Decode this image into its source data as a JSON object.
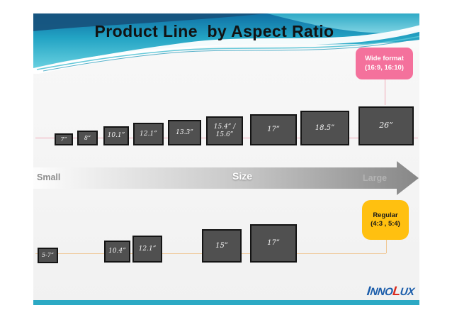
{
  "title": "Product Line  by Aspect Ratio",
  "wide_format": {
    "tag": "Wide format\n(16:9, 16:10)",
    "boxes": [
      "7”",
      "8”",
      "10.1”",
      "12.1”",
      "13.3”",
      "15.4” /\n15.6”",
      "17”",
      "18.5”",
      "26”"
    ]
  },
  "size_axis": {
    "left": "Small",
    "center": "Size",
    "right": "Large"
  },
  "regular": {
    "tag": "Regular\n(4:3 , 5:4)",
    "boxes": [
      "5-7”",
      "10.4”",
      "12.1”",
      "15”",
      "17”"
    ]
  },
  "logo": {
    "part1": "I",
    "part2": "NNO",
    "part3": "L",
    "part4": "UX"
  },
  "colors": {
    "wide_tag_bg": "#f4719c",
    "wide_line": "#f0a8b8",
    "regular_tag_bg": "#ffc010",
    "regular_line": "#f0c896",
    "panel_fill": "#505050",
    "panel_border": "#141414",
    "header_teal_dark": "#0f6fa4",
    "header_teal_light": "#67d0e0",
    "header_navy": "#17537d",
    "footer_bar": "#2ca9c4",
    "logo_blue": "#1a5caa",
    "logo_red": "#da291c"
  }
}
